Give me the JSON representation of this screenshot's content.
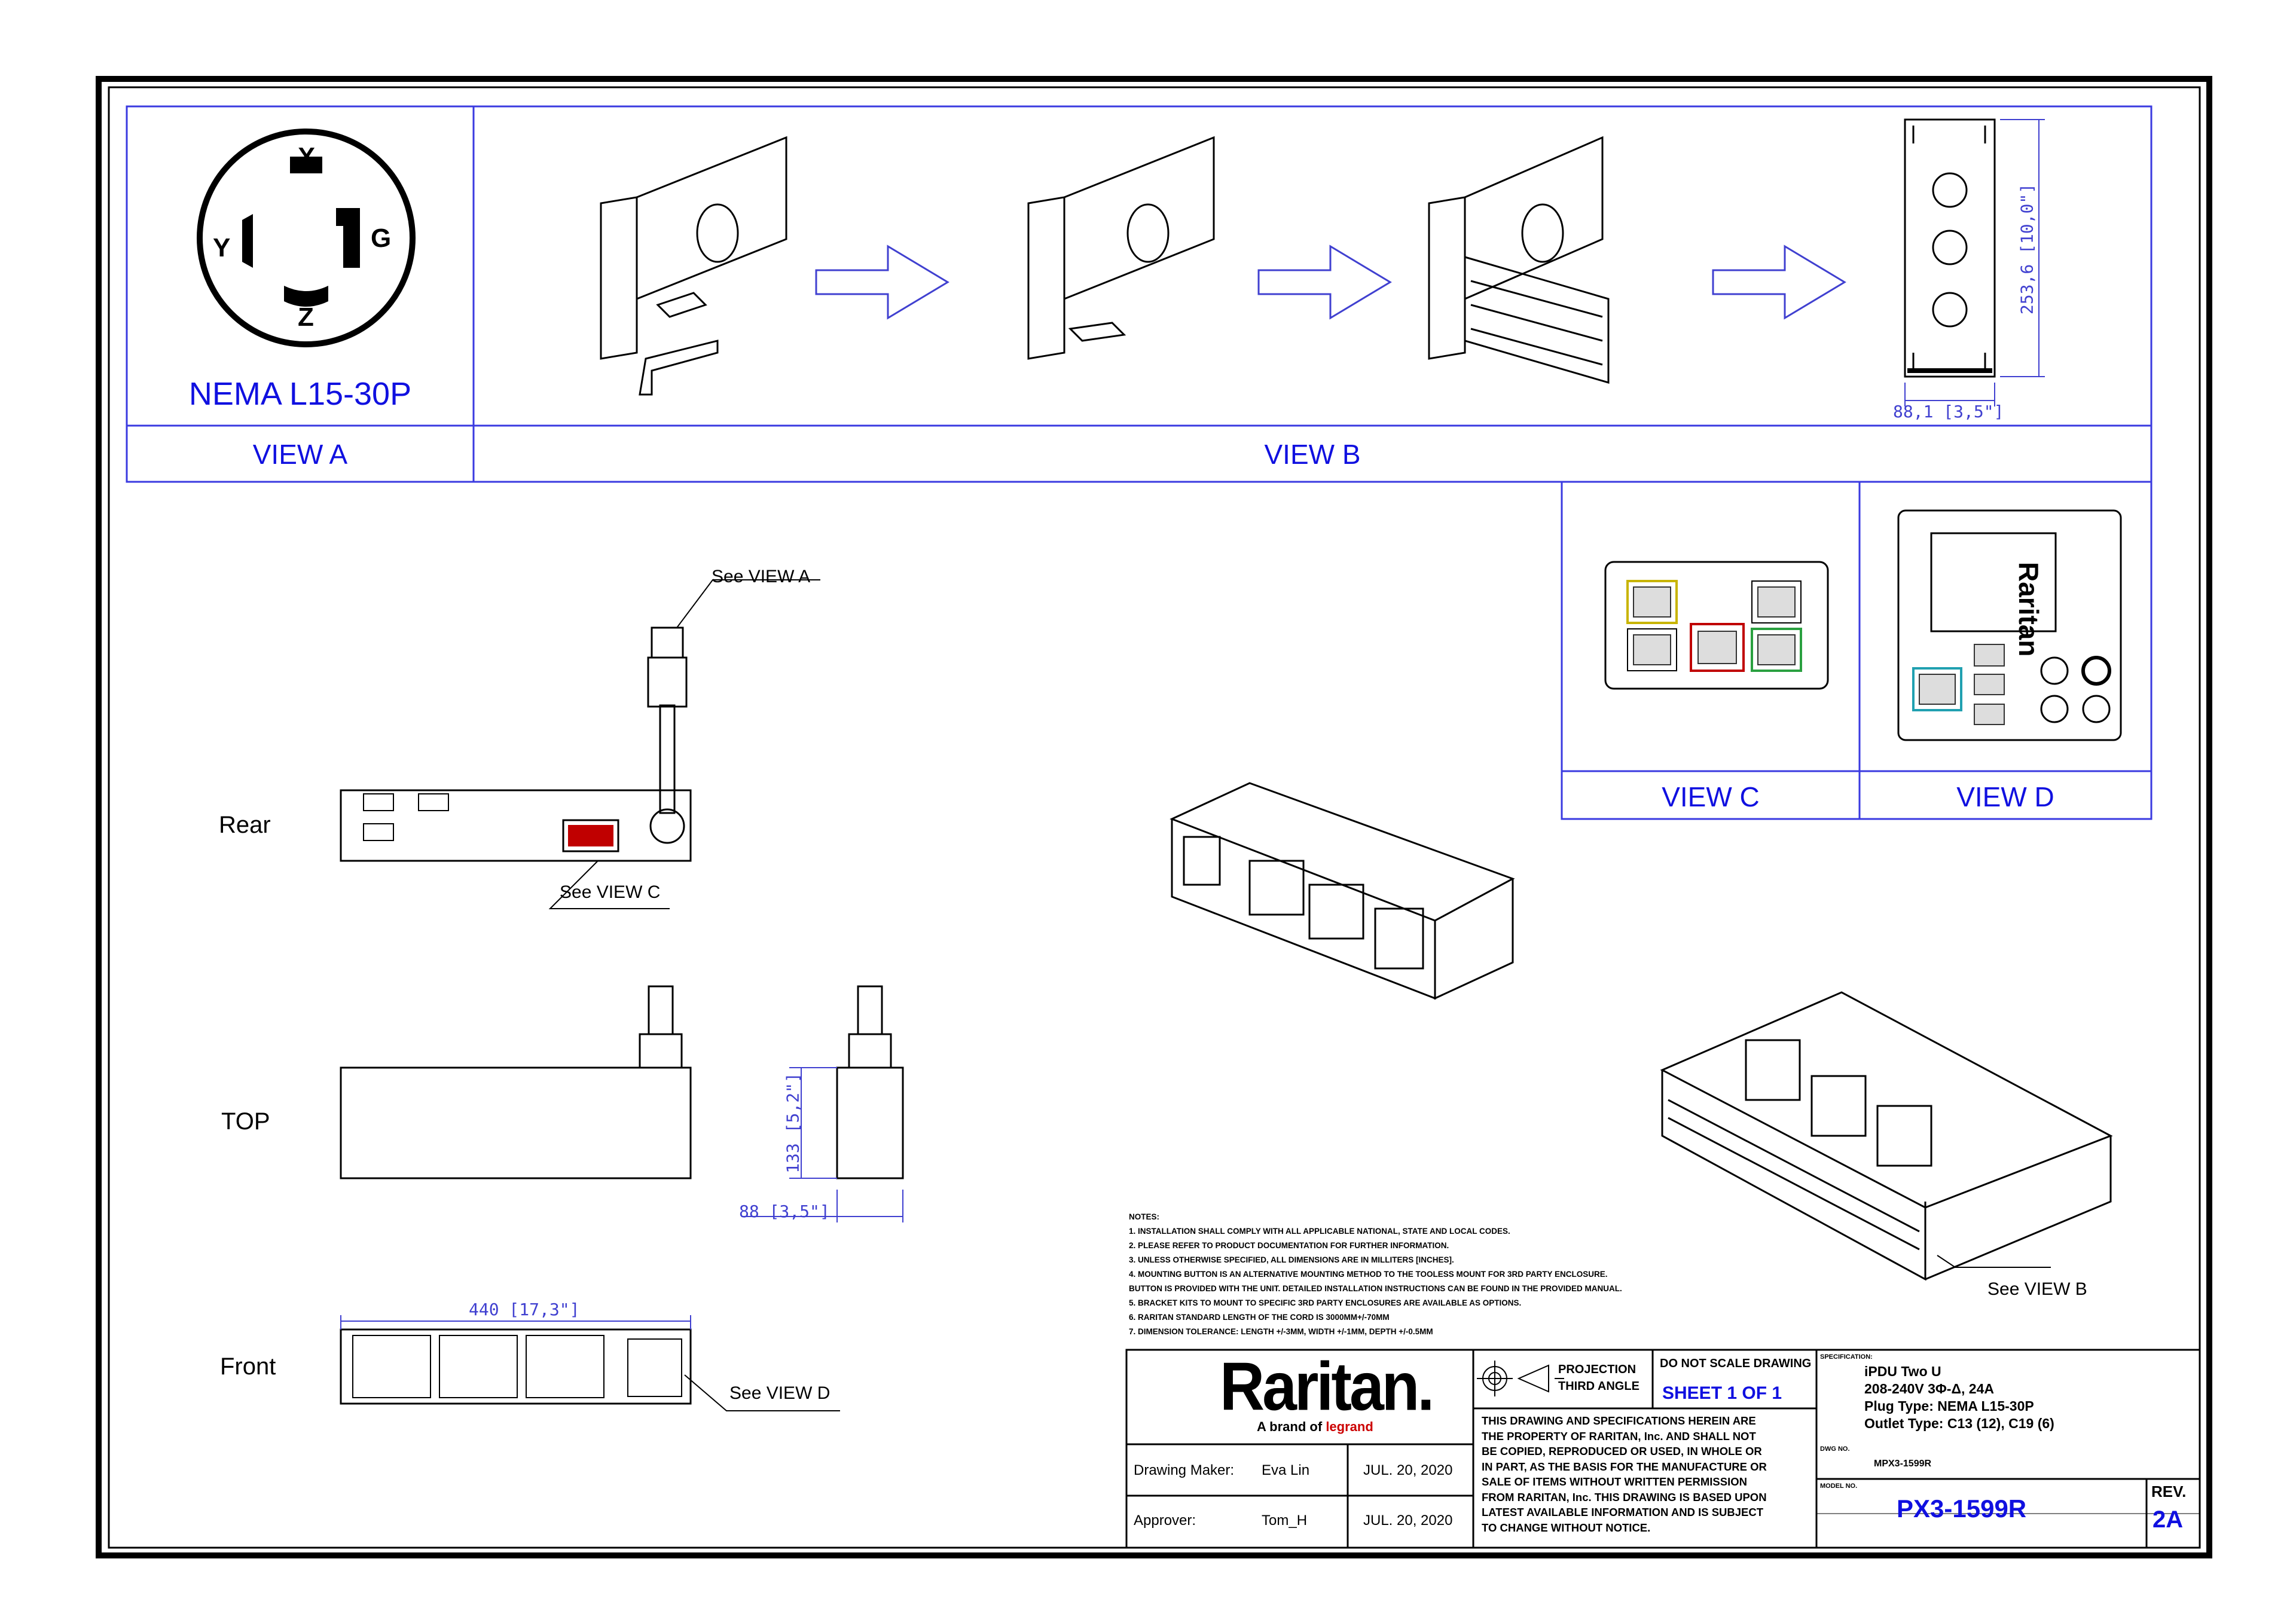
{
  "views": {
    "a": {
      "plug_title": "NEMA L15-30P",
      "label": "VIEW A",
      "pins": {
        "x": "X",
        "y": "Y",
        "g": "G",
        "z": "Z"
      }
    },
    "b": {
      "label": "VIEW B"
    },
    "c": {
      "label": "VIEW C"
    },
    "d": {
      "label": "VIEW D"
    }
  },
  "dimensions": {
    "bracket_height": "253,6 [10,0\"]",
    "bracket_width": "88,1 [3,5\"]",
    "side_height": "133 [5,2\"]",
    "side_depth": "88 [3,5\"]",
    "front_width": "440 [17,3\"]"
  },
  "orientation_labels": {
    "rear": "Rear",
    "top": "TOP",
    "front": "Front"
  },
  "callouts": {
    "see_a": "See VIEW A",
    "see_c": "See VIEW C",
    "see_d": "See VIEW D",
    "see_b": "See VIEW B"
  },
  "device_brand": "Raritan",
  "notes": {
    "heading": "NOTES:",
    "items": [
      "1. INSTALLATION SHALL COMPLY WITH ALL APPLICABLE NATIONAL, STATE AND LOCAL CODES.",
      "2. PLEASE REFER TO PRODUCT DOCUMENTATION FOR FURTHER INFORMATION.",
      "3. UNLESS OTHERWISE SPECIFIED, ALL DIMENSIONS ARE IN MILLITERS [INCHES].",
      "4. MOUNTING BUTTON IS AN ALTERNATIVE MOUNTING METHOD TO THE TOOLESS MOUNT FOR 3RD PARTY ENCLOSURE.",
      "    BUTTON IS PROVIDED WITH THE UNIT. DETAILED INSTALLATION INSTRUCTIONS CAN BE FOUND IN THE PROVIDED MANUAL.",
      "5. BRACKET KITS TO MOUNT TO SPECIFIC 3RD PARTY ENCLOSURES ARE AVAILABLE AS OPTIONS.",
      "6. RARITAN STANDARD LENGTH OF THE CORD IS 3000MM+/-70MM",
      "7. DIMENSION TOLERANCE: LENGTH +/-3MM, WIDTH +/-1MM, DEPTH +/-0.5MM"
    ]
  },
  "title_block": {
    "brand": "Raritan.",
    "tagline_prefix": "A brand of",
    "tagline_brand": "legrand",
    "drawing_maker_label": "Drawing Maker:",
    "drawing_maker": "Eva Lin",
    "drawing_maker_date": "JUL. 20, 2020",
    "approver_label": "Approver:",
    "approver": "Tom_H",
    "approver_date": "JUL. 20, 2020",
    "projection_line1": "PROJECTION",
    "projection_line2": "THIRD ANGLE",
    "do_not_scale": "DO NOT SCALE DRAWING",
    "sheet": "SHEET 1 OF 1",
    "disclaimer": [
      "THIS DRAWING AND SPECIFICATIONS HEREIN ARE",
      "THE PROPERTY OF RARITAN, Inc. AND SHALL NOT",
      "BE COPIED, REPRODUCED OR USED, IN WHOLE OR",
      "IN PART, AS THE BASIS FOR THE MANUFACTURE OR",
      "SALE OF ITEMS WITHOUT WRITTEN PERMISSION",
      "FROM RARITAN, Inc. THIS DRAWING IS BASED UPON",
      "LATEST AVAILABLE INFORMATION AND IS SUBJECT",
      "TO CHANGE WITHOUT NOTICE."
    ],
    "spec_label": "SPECIFICATION:",
    "spec_lines": [
      "iPDU Two U",
      "208-240V 3Φ-Δ, 24A",
      "Plug Type: NEMA L15-30P",
      "Outlet Type: C13 (12), C19 (6)"
    ],
    "dwg_label": "DWG NO.",
    "dwg_no": "MPX3-1599R",
    "model_label": "MODEL NO.",
    "model_no": "PX3-1599R",
    "rev_label": "REV.",
    "rev": "2A"
  }
}
